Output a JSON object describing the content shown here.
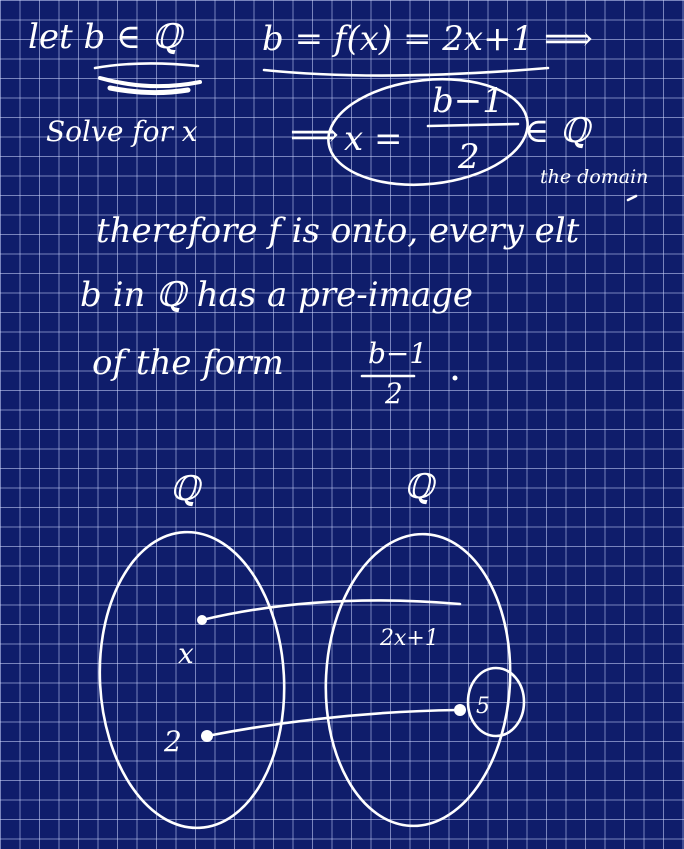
{
  "notes": {
    "line1_left": "let b ∈ ℚ",
    "line1_right": "b = f(x) = 2x+1 ⟹",
    "line2_left": "Solve for x",
    "line2_arrow": "⟹",
    "line2_x": "x =",
    "frac_num": "b−1",
    "frac_den": "2",
    "line2_member": "∈ ℚ",
    "domain_note": "the domain",
    "conclusion_1": "therefore f is onto, every elt",
    "conclusion_2": "b in ℚ  has a pre-image",
    "conclusion_3": "of the form",
    "conclusion_frac_num": "b−1",
    "conclusion_frac_den": "2"
  },
  "diagram": {
    "left_set_label": "ℚ",
    "right_set_label": "ℚ",
    "map_label": "2x+1",
    "left_point_1": "x",
    "left_point_2": "2",
    "right_point_2": "5"
  },
  "colors": {
    "background": "#0f1d6b",
    "grid": "#cdd7ff",
    "ink": "#ffffff"
  }
}
